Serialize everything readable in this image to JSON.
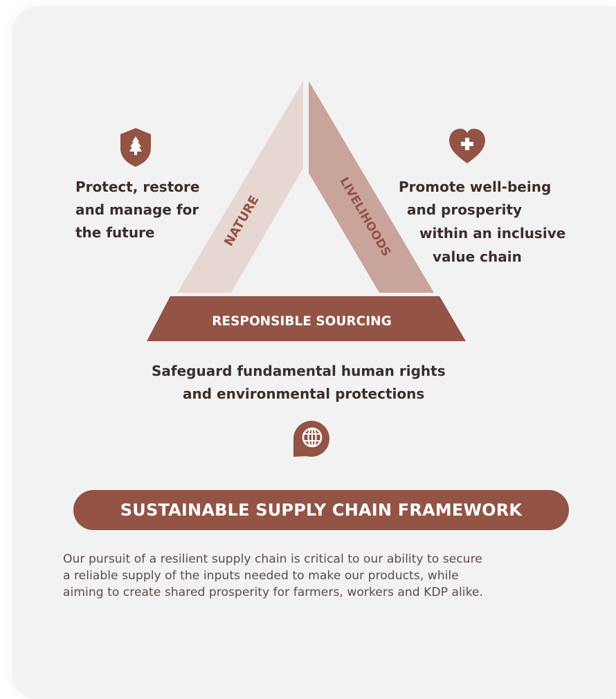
{
  "colors": {
    "background": "#f3f2f2",
    "nature": "#e7d7d2",
    "livelihoods": "#c8a49b",
    "responsible_sourcing": "#935345",
    "icon": "#935345",
    "text": "#3a2d2a"
  },
  "diagram": {
    "nature_label": "NATURE",
    "livelihoods_label": "LIVELIHOODS",
    "base_label": "RESPONSIBLE SOURCING"
  },
  "nature_text": {
    "lines": [
      "Protect, restore",
      "and manage for",
      "the future"
    ],
    "icon": "shield-tree-icon"
  },
  "livelihoods_text": {
    "lines": [
      "Promote well-being",
      "and prosperity",
      "within an inclusive",
      "value chain"
    ],
    "icon": "heart-plus-icon"
  },
  "sourcing_text": {
    "lines": [
      "Safeguard fundamental human rights",
      "and environmental protections"
    ],
    "icon": "globe-chat-icon"
  },
  "banner": {
    "label": "SUSTAINABLE SUPPLY CHAIN FRAMEWORK"
  },
  "description": {
    "lines": [
      "Our pursuit of a resilient supply chain is critical to our ability to secure",
      "a reliable supply of the inputs needed to make our products, while",
      "aiming to create shared prosperity for farmers, workers and KDP alike."
    ]
  }
}
